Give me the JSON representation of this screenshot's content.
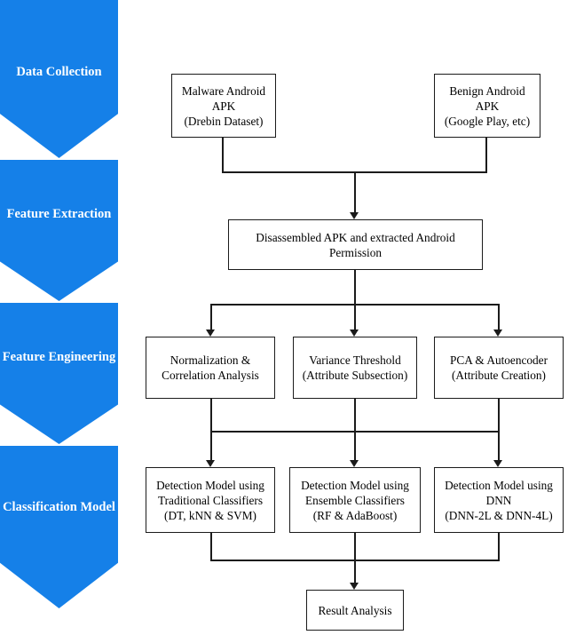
{
  "diagram": {
    "title": "Android malware detection pipeline flowchart",
    "accent_color": "#1580e8",
    "line_color": "#1b1b1b",
    "stages": [
      {
        "id": "data-collection",
        "label": "Data\nCollection"
      },
      {
        "id": "feature-extraction",
        "label": "Feature\nExtraction"
      },
      {
        "id": "feature-engineering",
        "label": "Feature\nEngineering"
      },
      {
        "id": "classification-model",
        "label": "Classification\nModel"
      }
    ],
    "nodes": [
      {
        "id": "malware-apk",
        "label": "Malware Android\nAPK\n(Drebin Dataset)"
      },
      {
        "id": "benign-apk",
        "label": "Benign Android\nAPK\n(Google Play, etc)"
      },
      {
        "id": "disassembled-apk",
        "label": "Disassembled APK and extracted Android\nPermission"
      },
      {
        "id": "normalization",
        "label": "Normalization &\nCorrelation Analysis"
      },
      {
        "id": "variance-threshold",
        "label": "Variance Threshold\n(Attribute Subsection)"
      },
      {
        "id": "pca-autoencoder",
        "label": "PCA & Autoencoder\n(Attribute Creation)"
      },
      {
        "id": "traditional-classifiers",
        "label": "Detection Model using\nTraditional Classifiers\n(DT, kNN & SVM)"
      },
      {
        "id": "ensemble-classifiers",
        "label": "Detection Model using\nEnsemble Classifiers\n(RF & AdaBoost)"
      },
      {
        "id": "dnn-model",
        "label": "Detection Model using\nDNN\n(DNN-2L & DNN-4L)"
      },
      {
        "id": "result-analysis",
        "label": "Result Analysis"
      }
    ]
  }
}
